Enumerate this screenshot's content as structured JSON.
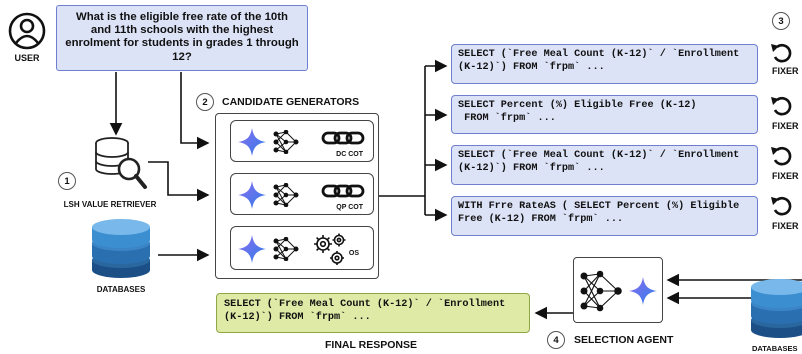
{
  "user": {
    "label": "USER"
  },
  "question": {
    "text": "What is the eligible free rate of the 10th and 11th schools with the highest enrolment for students in grades 1 through 12?"
  },
  "steps": {
    "lsh": {
      "number": "1",
      "label": "LSH VALUE RETRIEVER"
    },
    "generators": {
      "number": "2",
      "label": "CANDIDATE GENERATORS"
    },
    "fixer": {
      "number": "3",
      "label": "FIXER"
    },
    "selection": {
      "number": "4",
      "label": "SELECTION AGENT"
    }
  },
  "databases": {
    "left_label": "DATABASES",
    "right_label": "DATABASES"
  },
  "generators": [
    {
      "tag": "DC COT"
    },
    {
      "tag": "QP COT"
    },
    {
      "tag": "OS"
    }
  ],
  "candidates": [
    "SELECT (`Free Meal Count (K-12)` / `Enrollment\n(K-12)`) FROM `frpm` ...",
    "SELECT Percent (%) Eligible Free (K-12)\n FROM `frpm` ...",
    "SELECT (`Free Meal Count (K-12)` / `Enrollment\n(K-12)`) FROM `frpm` ...",
    "WITH Frre RateAS ( SELECT Percent (%) Eligible\nFree (K-12) FROM `frpm` ..."
  ],
  "fixer_labels": [
    "FIXER",
    "FIXER",
    "FIXER",
    "FIXER"
  ],
  "final": {
    "sql": "SELECT (`Free Meal Count (K-12)` / `Enrollment\n(K-12)`) FROM `frpm` ...",
    "label": "FINAL RESPONSE"
  },
  "colors": {
    "query_fill": "#dde3f7",
    "query_border": "#6e7fd1",
    "final_fill": "#dfeaa6",
    "db_blue": "#2f7fc4"
  }
}
